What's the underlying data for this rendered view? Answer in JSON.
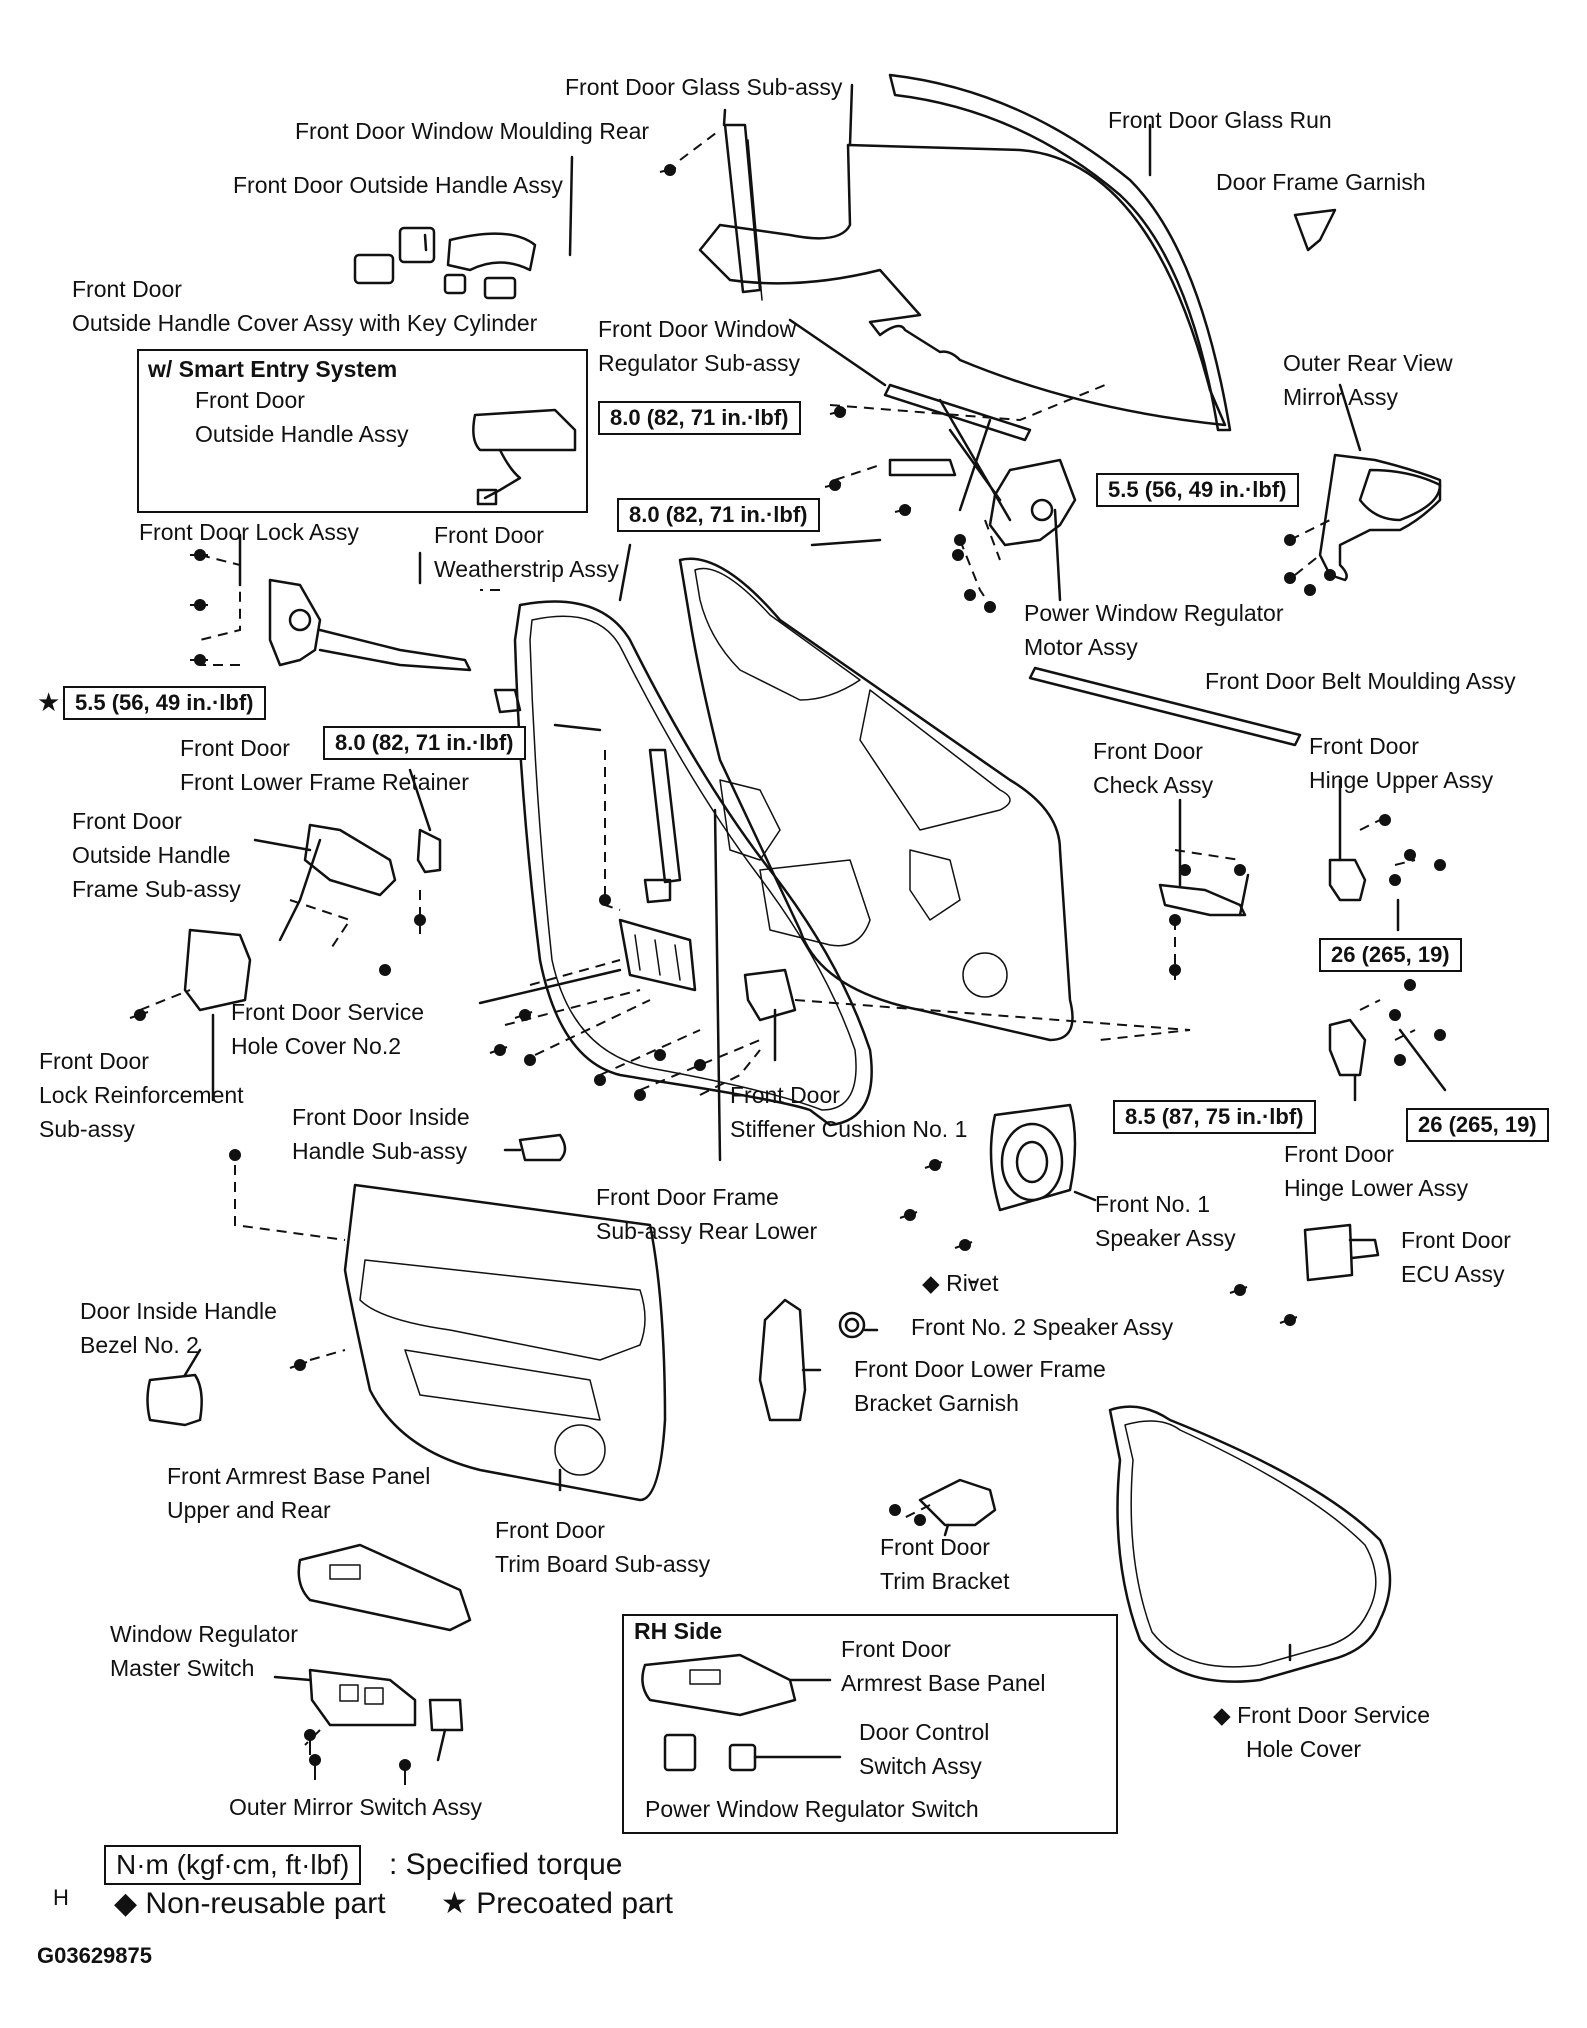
{
  "labels": {
    "glass_sub_assy": "Front Door Glass Sub-assy",
    "window_moulding_rear": "Front Door Window Moulding Rear",
    "glass_run": "Front Door Glass Run",
    "outside_handle_assy": "Front Door Outside Handle Assy",
    "door_frame_garnish": "Door Frame Garnish",
    "outside_handle_cover_1": "Front Door",
    "outside_handle_cover_2": "Outside Handle Cover Assy with Key Cylinder",
    "window_regulator_1": "Front Door Window",
    "window_regulator_2": "Regulator Sub-assy",
    "mirror_1": "Outer Rear View",
    "mirror_2": "Mirror Assy",
    "lock_assy": "Front Door Lock Assy",
    "weatherstrip_1": "Front Door",
    "weatherstrip_2": "Weatherstrip Assy",
    "pw_motor_1": "Power Window Regulator",
    "pw_motor_2": "Motor Assy",
    "belt_moulding": "Front Door Belt Moulding Assy",
    "lower_frame_retainer_1": "Front Door",
    "lower_frame_retainer_2": "Front Lower Frame Retainer",
    "check_assy_1": "Front Door",
    "check_assy_2": "Check Assy",
    "hinge_upper_1": "Front Door",
    "hinge_upper_2": "Hinge Upper Assy",
    "handle_frame_1": "Front Door",
    "handle_frame_2": "Outside Handle",
    "handle_frame_3": "Frame Sub-assy",
    "service_hole_cover2_1": "Front Door Service",
    "service_hole_cover2_2": "Hole Cover No.2",
    "lock_reinf_1": "Front Door",
    "lock_reinf_2": "Lock Reinforcement",
    "lock_reinf_3": "Sub-assy",
    "stiffener_1": "Front Door",
    "stiffener_2": "Stiffener Cushion No. 1",
    "hinge_lower_1": "Front Door",
    "hinge_lower_2": "Hinge Lower Assy",
    "inside_handle_1": "Front Door Inside",
    "inside_handle_2": "Handle Sub-assy",
    "frame_rear_lower_1": "Front Door Frame",
    "frame_rear_lower_2": "Sub-assy Rear Lower",
    "speaker1_1": "Front No. 1",
    "speaker1_2": "Speaker Assy",
    "ecu_1": "Front Door",
    "ecu_2": "ECU Assy",
    "rivet": "◆ Rivet",
    "bezel_1": "Door Inside Handle",
    "bezel_2": "Bezel No. 2",
    "speaker2": "Front No. 2 Speaker Assy",
    "bracket_garnish_1": "Front Door Lower Frame",
    "bracket_garnish_2": "Bracket Garnish",
    "armrest_1": "Front  Armrest  Base  Panel",
    "armrest_2": "Upper and Rear",
    "trim_board_1": "Front Door",
    "trim_board_2": "Trim Board Sub-assy",
    "trim_bracket_1": "Front Door",
    "trim_bracket_2": "Trim Bracket",
    "master_switch_1": "Window Regulator",
    "master_switch_2": "Master Switch",
    "service_hole_cover_1": "◆ Front Door Service",
    "service_hole_cover_2": "Hole Cover",
    "mirror_switch": "Outer Mirror Switch Assy"
  },
  "smart_entry": {
    "title": "w/ Smart Entry System",
    "line1": "Front Door",
    "line2": "Outside Handle Assy"
  },
  "rh_side": {
    "title": "RH Side",
    "armrest_1": "Front Door",
    "armrest_2": "Armrest Base Panel",
    "door_control_1": "Door Control",
    "door_control_2": "Switch Assy",
    "pw_switch": "Power Window Regulator Switch"
  },
  "torque": {
    "t1": "8.0 (82, 71 in.·lbf)",
    "t2": "8.0 (82, 71 in.·lbf)",
    "t3": "5.5 (56, 49 in.·lbf)",
    "t4": "5.5 (56, 49 in.·lbf)",
    "t5": "8.0 (82, 71 in.·lbf)",
    "t6": "26 (265, 19)",
    "t7": "8.5 (87, 75 in.·lbf)",
    "t8": "26 (265, 19)",
    "star": "★"
  },
  "legend": {
    "torque_unit": "N·m (kgf·cm, ft·lbf)",
    "torque_desc": ": Specified torque",
    "nonreusable": "◆ Non-reusable  part",
    "precoated": "★  Precoated part",
    "h_mark": "H"
  },
  "code": "G03629875"
}
